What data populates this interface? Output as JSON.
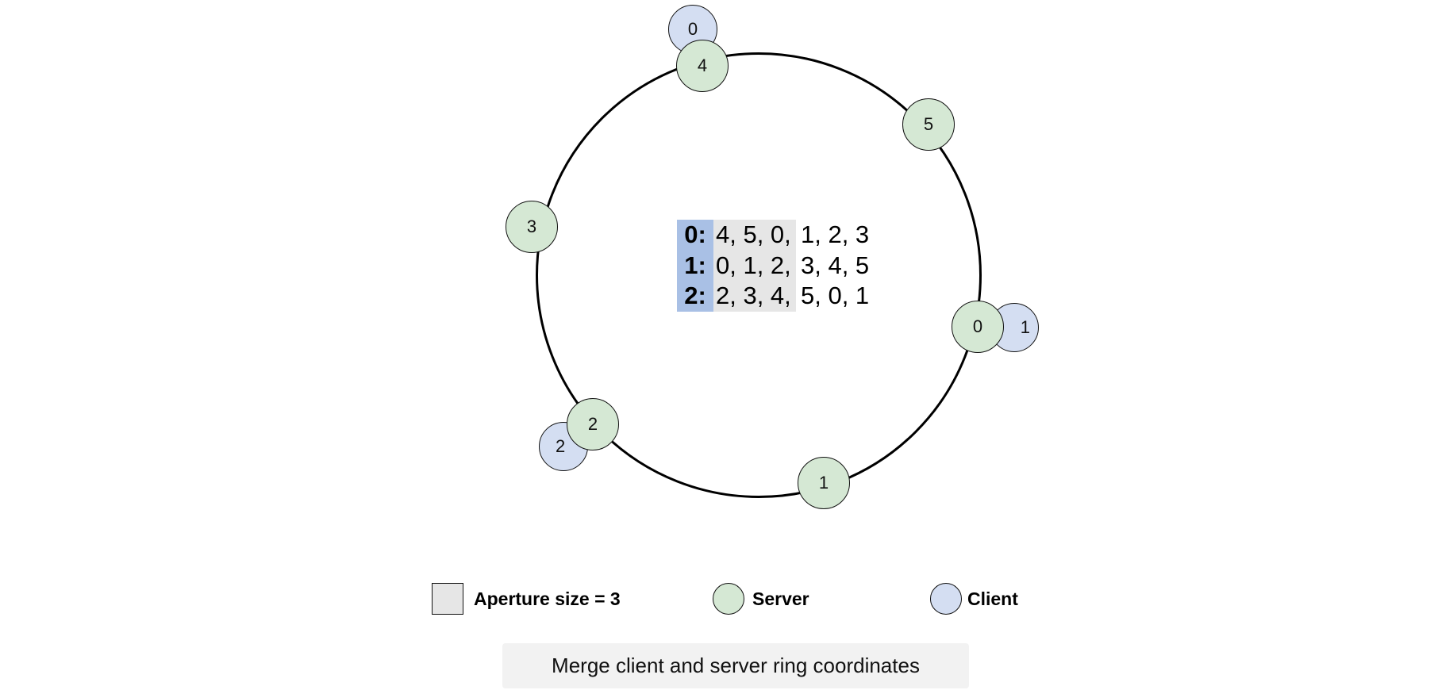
{
  "ring": {
    "servers": [
      {
        "label": "4",
        "angle_deg": -97
      },
      {
        "label": "5",
        "angle_deg": -50
      },
      {
        "label": "3",
        "angle_deg": -157
      },
      {
        "label": "0",
        "angle_deg": 14
      },
      {
        "label": "2",
        "angle_deg": 132
      },
      {
        "label": "1",
        "angle_deg": 74
      }
    ],
    "clients": [
      {
        "label": "0"
      },
      {
        "label": "1"
      },
      {
        "label": "2"
      }
    ]
  },
  "aperture_table": {
    "rows": [
      {
        "key": "0:",
        "window": "4, 5, 0,",
        "rest": "1, 2, 3"
      },
      {
        "key": "1:",
        "window": "0, 1, 2,",
        "rest": "3, 4, 5"
      },
      {
        "key": "2:",
        "window": "2, 3, 4,",
        "rest": "5, 0, 1"
      }
    ]
  },
  "legend": {
    "aperture": "Aperture size = 3",
    "server": "Server",
    "client": "Client"
  },
  "colors": {
    "server_fill": "#d5e8d4",
    "client_fill": "#d4def2",
    "aperture_fill": "#e6e6e6",
    "key_fill": "#a9c0e5"
  },
  "controls": {
    "merge_button": "Merge client and server ring coordinates"
  }
}
